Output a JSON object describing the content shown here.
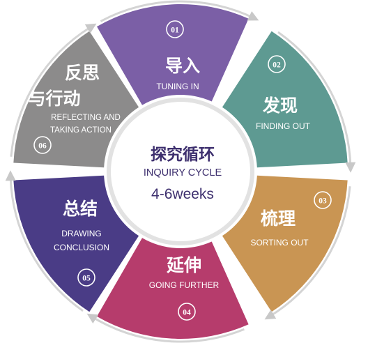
{
  "center": {
    "title_zh": "探究循环",
    "title_en": "INQUIRY CYCLE",
    "duration": "4-6weeks"
  },
  "colors": {
    "tuning_in": "#7b5fa6",
    "finding_out": "#5e9a92",
    "sorting_out": "#c99553",
    "going_further": "#b63c6c",
    "drawing_conclusion": "#4a3c86",
    "reflecting": "#8c8b8b",
    "ring_shadow": "#d4d4d4",
    "center_text": "#3d2f6e",
    "white": "#ffffff"
  },
  "stages": [
    {
      "id": "tuning-in",
      "number": "01",
      "title_zh": "导入",
      "title_en": [
        "TUNING IN"
      ],
      "color_key": "tuning_in"
    },
    {
      "id": "finding-out",
      "number": "02",
      "title_zh": "发现",
      "title_en": [
        "FINDING OUT"
      ],
      "color_key": "finding_out"
    },
    {
      "id": "sorting-out",
      "number": "03",
      "title_zh": "梳理",
      "title_en": [
        "SORTING OUT"
      ],
      "color_key": "sorting_out"
    },
    {
      "id": "going-further",
      "number": "04",
      "title_zh": "延伸",
      "title_en": [
        "GOING FURTHER"
      ],
      "color_key": "going_further"
    },
    {
      "id": "drawing-conclusion",
      "number": "05",
      "title_zh": "总结",
      "title_en": [
        "DRAWING",
        "CONCLUSION"
      ],
      "color_key": "drawing_conclusion"
    },
    {
      "id": "reflecting",
      "number": "06",
      "title_zh": "反思 与行动",
      "title_en": [
        "REFLECTING AND",
        "TAKING ACTION"
      ],
      "color_key": "reflecting"
    }
  ]
}
